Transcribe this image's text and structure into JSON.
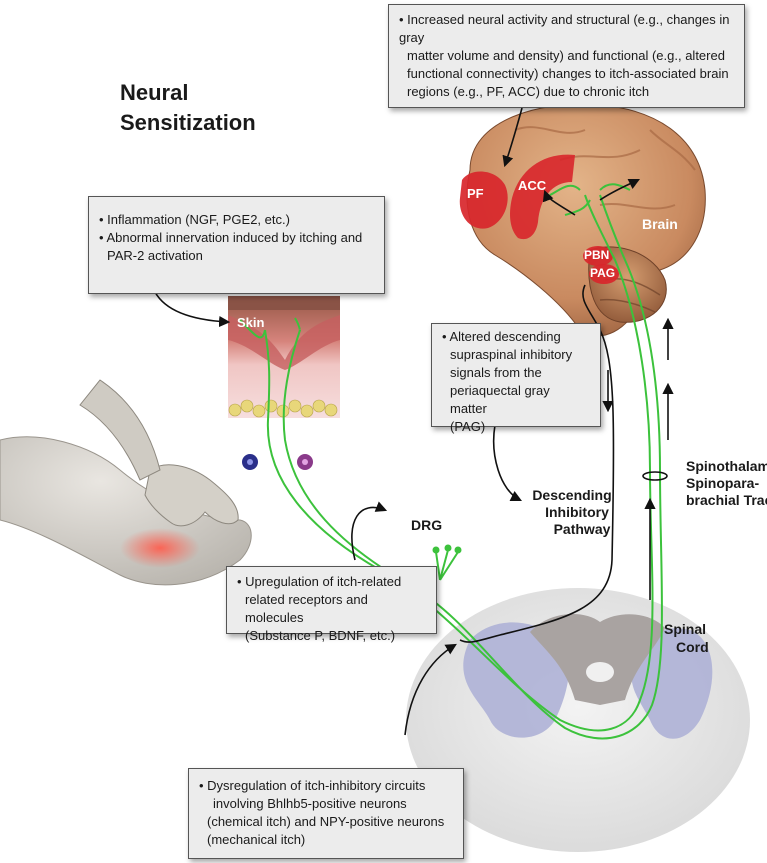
{
  "title": {
    "line1": "Neural",
    "line2": "Sensitization"
  },
  "boxes": {
    "brain_changes": {
      "line1": "• Increased neural activity and structural (e.g., changes in gray",
      "line2": "matter volume and density) and functional (e.g., altered",
      "line3": "functional connectivity) changes to itch-associated brain",
      "line4": "regions (e.g., PF, ACC) due to chronic itch"
    },
    "skin_inflammation": {
      "line1": "• Inflammation (NGF, PGE2, etc.)",
      "line2": "• Abnormal innervation induced by itching and",
      "line3": "PAR-2 activation"
    },
    "descending_signals": {
      "line1": "• Altered descending",
      "line2": "supraspinal inhibitory",
      "line3": "signals from the",
      "line4": "periaquectal gray matter",
      "line5": "(PAG)"
    },
    "upregulation": {
      "line1": "• Upregulation of itch-related",
      "line2": "related receptors and molecules",
      "line3": "(Substance P, BDNF, etc.)"
    },
    "dysregulation": {
      "line1": "• Dysregulation of itch-inhibitory circuits",
      "line2": "involving Bhlhb5-positive neurons",
      "line3": "(chemical itch) and NPY-positive neurons",
      "line4": "(mechanical itch)"
    }
  },
  "labels": {
    "pf": "PF",
    "acc": "ACC",
    "brain": "Brain",
    "pbn": "PBN",
    "pag": "PAG",
    "skin": "Skin",
    "drg": "DRG",
    "descending_line1": "Descending",
    "descending_line2": "Inhibitory",
    "descending_line3": "Pathway",
    "tract_line1": "Spinothalamic/",
    "tract_line2": "Spinopara-",
    "tract_line3": "brachial Tract",
    "spinal_line1": "Spinal",
    "spinal_line2": "Cord"
  },
  "colors": {
    "nerve_green": "#3cc23c",
    "brain_tan": "#c98a60",
    "region_red": "#d8262b",
    "skin_pink": "#e7b6b6",
    "cord_gray": "#e6e6e6",
    "cord_purple": "#aeb1d6"
  }
}
